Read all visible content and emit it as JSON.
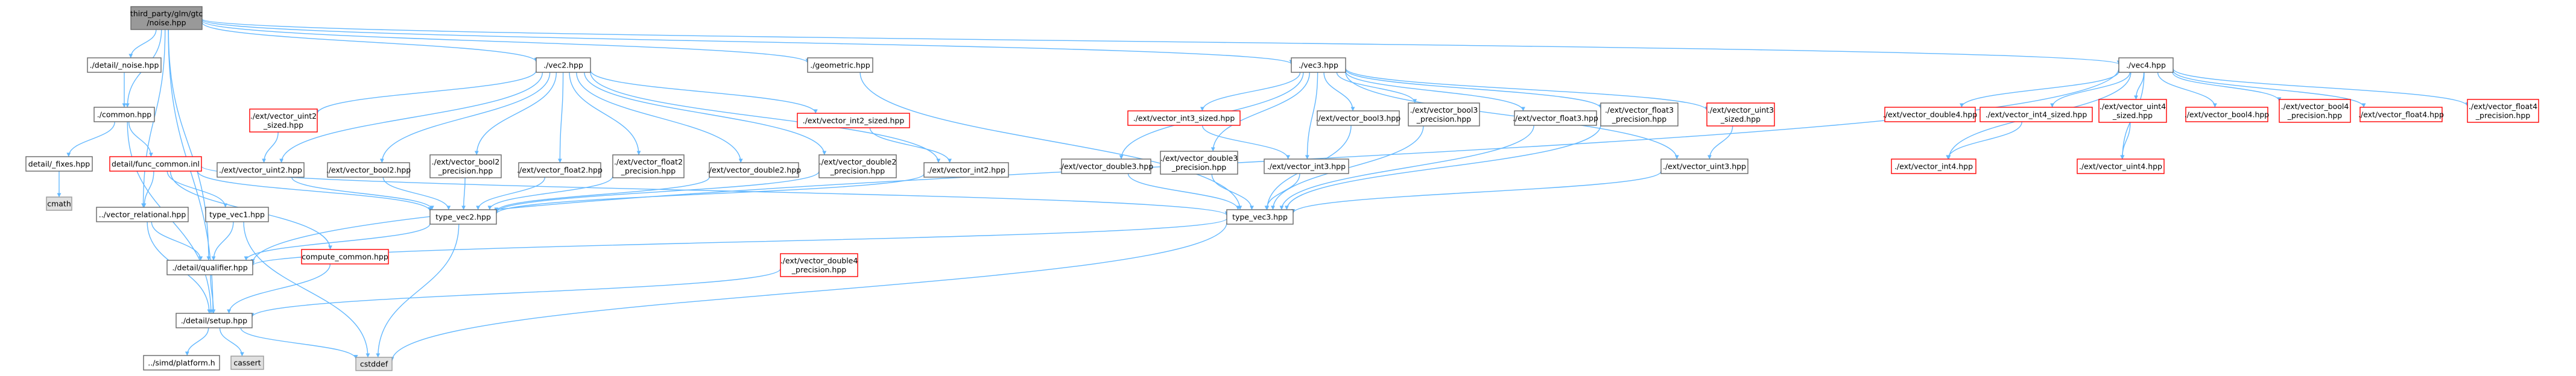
{
  "colors": {
    "edge": "#63b8ff",
    "root_fill": "#999999",
    "root_stroke": "#666666",
    "normal_fill": "#ffffff",
    "normal_stroke": "#666666",
    "missing_fill": "#ffffff",
    "missing_stroke": "#ff0000",
    "system_fill": "#e0e0e0",
    "system_stroke": "#999999"
  },
  "nodes": [
    {
      "id": "noise",
      "lines": [
        "third_party/glm/gtc",
        "/noise.hpp"
      ],
      "kind": "root"
    },
    {
      "id": "detail_noise",
      "lines": [
        "./detail/_noise.hpp"
      ],
      "kind": "normal"
    },
    {
      "id": "common",
      "lines": [
        "./common.hpp"
      ],
      "kind": "normal"
    },
    {
      "id": "detail_fixes",
      "lines": [
        "detail/_fixes.hpp"
      ],
      "kind": "normal"
    },
    {
      "id": "cmath",
      "lines": [
        "cmath"
      ],
      "kind": "system"
    },
    {
      "id": "func_common_inl",
      "lines": [
        "detail/func_common.inl"
      ],
      "kind": "missing"
    },
    {
      "id": "vector_relational",
      "lines": [
        "../vector_relational.hpp"
      ],
      "kind": "normal"
    },
    {
      "id": "type_vec1",
      "lines": [
        "type_vec1.hpp"
      ],
      "kind": "normal"
    },
    {
      "id": "compute_common",
      "lines": [
        "compute_common.hpp"
      ],
      "kind": "missing"
    },
    {
      "id": "qualifier",
      "lines": [
        "./detail/qualifier.hpp"
      ],
      "kind": "normal"
    },
    {
      "id": "setup",
      "lines": [
        "./detail/setup.hpp"
      ],
      "kind": "normal"
    },
    {
      "id": "simd_platform",
      "lines": [
        "../simd/platform.h"
      ],
      "kind": "normal"
    },
    {
      "id": "cassert",
      "lines": [
        "cassert"
      ],
      "kind": "system"
    },
    {
      "id": "cstddef",
      "lines": [
        "cstddef"
      ],
      "kind": "system"
    },
    {
      "id": "vec2",
      "lines": [
        "./vec2.hpp"
      ],
      "kind": "normal"
    },
    {
      "id": "uint2_sized",
      "lines": [
        "./ext/vector_uint2",
        "_sized.hpp"
      ],
      "kind": "missing"
    },
    {
      "id": "uint2",
      "lines": [
        "./ext/vector_uint2.hpp"
      ],
      "kind": "normal"
    },
    {
      "id": "bool2",
      "lines": [
        "./ext/vector_bool2.hpp"
      ],
      "kind": "normal"
    },
    {
      "id": "bool2_precision",
      "lines": [
        "./ext/vector_bool2",
        "_precision.hpp"
      ],
      "kind": "normal"
    },
    {
      "id": "float2",
      "lines": [
        "./ext/vector_float2.hpp"
      ],
      "kind": "normal"
    },
    {
      "id": "float2_precision",
      "lines": [
        "./ext/vector_float2",
        "_precision.hpp"
      ],
      "kind": "normal"
    },
    {
      "id": "double2",
      "lines": [
        "./ext/vector_double2.hpp"
      ],
      "kind": "normal"
    },
    {
      "id": "double2_precision",
      "lines": [
        "./ext/vector_double2",
        "_precision.hpp"
      ],
      "kind": "normal"
    },
    {
      "id": "int2_sized",
      "lines": [
        "./ext/vector_int2_sized.hpp"
      ],
      "kind": "missing"
    },
    {
      "id": "int2",
      "lines": [
        "./ext/vector_int2.hpp"
      ],
      "kind": "normal"
    },
    {
      "id": "type_vec2",
      "lines": [
        "type_vec2.hpp"
      ],
      "kind": "normal"
    },
    {
      "id": "geometric",
      "lines": [
        "./geometric.hpp"
      ],
      "kind": "normal"
    },
    {
      "id": "vec3",
      "lines": [
        "./vec3.hpp"
      ],
      "kind": "normal"
    },
    {
      "id": "int3_sized",
      "lines": [
        "./ext/vector_int3_sized.hpp"
      ],
      "kind": "missing"
    },
    {
      "id": "bool3",
      "lines": [
        "./ext/vector_bool3.hpp"
      ],
      "kind": "normal"
    },
    {
      "id": "bool3_precision",
      "lines": [
        "./ext/vector_bool3",
        "_precision.hpp"
      ],
      "kind": "normal"
    },
    {
      "id": "float3",
      "lines": [
        "./ext/vector_float3.hpp"
      ],
      "kind": "normal"
    },
    {
      "id": "float3_precision",
      "lines": [
        "./ext/vector_float3",
        "_precision.hpp"
      ],
      "kind": "normal"
    },
    {
      "id": "uint3_sized",
      "lines": [
        "./ext/vector_uint3",
        "_sized.hpp"
      ],
      "kind": "missing"
    },
    {
      "id": "double3",
      "lines": [
        "./ext/vector_double3.hpp"
      ],
      "kind": "normal"
    },
    {
      "id": "double3_precision",
      "lines": [
        "./ext/vector_double3",
        "_precision.hpp"
      ],
      "kind": "normal"
    },
    {
      "id": "int3",
      "lines": [
        "./ext/vector_int3.hpp"
      ],
      "kind": "normal"
    },
    {
      "id": "uint3",
      "lines": [
        "./ext/vector_uint3.hpp"
      ],
      "kind": "normal"
    },
    {
      "id": "type_vec3",
      "lines": [
        "type_vec3.hpp"
      ],
      "kind": "normal"
    },
    {
      "id": "double4_precision",
      "lines": [
        "./ext/vector_double4",
        "_precision.hpp"
      ],
      "kind": "missing"
    },
    {
      "id": "vec4",
      "lines": [
        "./vec4.hpp"
      ],
      "kind": "normal"
    },
    {
      "id": "double4",
      "lines": [
        "./ext/vector_double4.hpp"
      ],
      "kind": "missing"
    },
    {
      "id": "int4_sized",
      "lines": [
        "./ext/vector_int4_sized.hpp"
      ],
      "kind": "missing"
    },
    {
      "id": "uint4_sized",
      "lines": [
        "./ext/vector_uint4",
        "_sized.hpp"
      ],
      "kind": "missing"
    },
    {
      "id": "bool4",
      "lines": [
        "./ext/vector_bool4.hpp"
      ],
      "kind": "missing"
    },
    {
      "id": "bool4_precision",
      "lines": [
        "./ext/vector_bool4",
        "_precision.hpp"
      ],
      "kind": "missing"
    },
    {
      "id": "float4",
      "lines": [
        "./ext/vector_float4.hpp"
      ],
      "kind": "missing"
    },
    {
      "id": "float4_precision",
      "lines": [
        "./ext/vector_float4",
        "_precision.hpp"
      ],
      "kind": "missing"
    },
    {
      "id": "int4",
      "lines": [
        "./ext/vector_int4.hpp"
      ],
      "kind": "missing"
    },
    {
      "id": "uint4",
      "lines": [
        "./ext/vector_uint4.hpp"
      ],
      "kind": "missing"
    }
  ],
  "edges": [
    [
      "noise",
      "detail_noise"
    ],
    [
      "noise",
      "common"
    ],
    [
      "noise",
      "vector_relational"
    ],
    [
      "noise",
      "qualifier"
    ],
    [
      "noise",
      "setup"
    ],
    [
      "noise",
      "vec2"
    ],
    [
      "noise",
      "geometric"
    ],
    [
      "noise",
      "vec3"
    ],
    [
      "noise",
      "vec4"
    ],
    [
      "detail_noise",
      "common"
    ],
    [
      "common",
      "detail_fixes"
    ],
    [
      "common",
      "func_common_inl"
    ],
    [
      "common",
      "setup"
    ],
    [
      "detail_fixes",
      "cmath"
    ],
    [
      "func_common_inl",
      "vector_relational"
    ],
    [
      "func_common_inl",
      "type_vec1"
    ],
    [
      "func_common_inl",
      "type_vec2"
    ],
    [
      "func_common_inl",
      "type_vec3"
    ],
    [
      "func_common_inl",
      "compute_common"
    ],
    [
      "vector_relational",
      "qualifier"
    ],
    [
      "vector_relational",
      "setup"
    ],
    [
      "type_vec1",
      "qualifier"
    ],
    [
      "type_vec1",
      "cstddef"
    ],
    [
      "compute_common",
      "setup"
    ],
    [
      "qualifier",
      "setup"
    ],
    [
      "setup",
      "simd_platform"
    ],
    [
      "setup",
      "cassert"
    ],
    [
      "setup",
      "cstddef"
    ],
    [
      "vec2",
      "uint2_sized"
    ],
    [
      "vec2",
      "uint2"
    ],
    [
      "vec2",
      "bool2"
    ],
    [
      "vec2",
      "bool2_precision"
    ],
    [
      "vec2",
      "float2"
    ],
    [
      "vec2",
      "float2_precision"
    ],
    [
      "vec2",
      "double2"
    ],
    [
      "vec2",
      "double2_precision"
    ],
    [
      "vec2",
      "int2_sized"
    ],
    [
      "vec2",
      "int2"
    ],
    [
      "uint2_sized",
      "uint2"
    ],
    [
      "uint2",
      "type_vec2"
    ],
    [
      "bool2",
      "type_vec2"
    ],
    [
      "bool2_precision",
      "type_vec2"
    ],
    [
      "float2",
      "type_vec2"
    ],
    [
      "float2_precision",
      "type_vec2"
    ],
    [
      "double2",
      "type_vec2"
    ],
    [
      "double2_precision",
      "type_vec2"
    ],
    [
      "int2",
      "type_vec2"
    ],
    [
      "int2_sized",
      "int2"
    ],
    [
      "type_vec2",
      "qualifier"
    ],
    [
      "type_vec2",
      "cstddef"
    ],
    [
      "geometric",
      "type_vec3"
    ],
    [
      "vec3",
      "int3_sized"
    ],
    [
      "vec3",
      "bool3"
    ],
    [
      "vec3",
      "bool3_precision"
    ],
    [
      "vec3",
      "float3"
    ],
    [
      "vec3",
      "float3_precision"
    ],
    [
      "vec3",
      "uint3_sized"
    ],
    [
      "vec3",
      "double3"
    ],
    [
      "vec3",
      "double3_precision"
    ],
    [
      "vec3",
      "int3"
    ],
    [
      "vec3",
      "uint3"
    ],
    [
      "int3_sized",
      "int3"
    ],
    [
      "uint3_sized",
      "uint3"
    ],
    [
      "bool3",
      "type_vec3"
    ],
    [
      "bool3_precision",
      "type_vec3"
    ],
    [
      "float3",
      "type_vec3"
    ],
    [
      "float3_precision",
      "type_vec3"
    ],
    [
      "double3",
      "type_vec3"
    ],
    [
      "double3_precision",
      "type_vec3"
    ],
    [
      "int3",
      "type_vec3"
    ],
    [
      "uint3",
      "type_vec3"
    ],
    [
      "type_vec3",
      "qualifier"
    ],
    [
      "type_vec3",
      "cstddef"
    ],
    [
      "double4_precision",
      "setup"
    ],
    [
      "vec4",
      "double4"
    ],
    [
      "vec4",
      "int4_sized"
    ],
    [
      "vec4",
      "uint4_sized"
    ],
    [
      "vec4",
      "bool4"
    ],
    [
      "vec4",
      "bool4_precision"
    ],
    [
      "vec4",
      "float4"
    ],
    [
      "vec4",
      "float4_precision"
    ],
    [
      "vec4",
      "int4"
    ],
    [
      "vec4",
      "uint4"
    ],
    [
      "vec4",
      "qualifier"
    ],
    [
      "int4_sized",
      "int4"
    ],
    [
      "uint4_sized",
      "uint4"
    ]
  ]
}
